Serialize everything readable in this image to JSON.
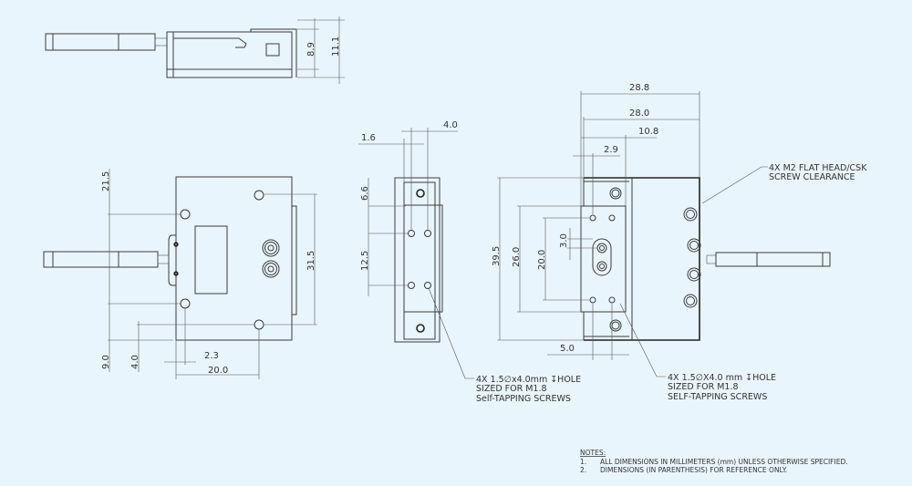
{
  "colors": {
    "background": "#e9f5fd",
    "line": "#3a3a3a"
  },
  "top_view": {
    "dims": [
      "8.9",
      "11.1"
    ]
  },
  "front_view": {
    "dims": {
      "a": "21.5",
      "b": "31.5",
      "c": "9.0",
      "d": "4.0",
      "e": "2.3",
      "f": "20.0"
    }
  },
  "side_view": {
    "dims": {
      "a": "1.6",
      "b": "4.0",
      "c": "6.6",
      "d": "12.5"
    },
    "callout": [
      "4X 1.5∅x4.0mm ↧HOLE",
      "SIZED FOR M1.8",
      "Self-TAPPING SCREWS"
    ]
  },
  "rear_view": {
    "dims": {
      "a": "28.8",
      "b": "28.0",
      "c": "10.8",
      "d": "2.9",
      "e": "39.5",
      "f": "26.0",
      "g": "20.0",
      "h": "3.0",
      "i": "5.0"
    },
    "callout": [
      "4X 1.5∅X4.0 mm ↧HOLE",
      "SIZED FOR M1.8",
      "SELF-TAPPING SCREWS"
    ],
    "csk_callout": [
      "4X M2 FLAT HEAD/CSK",
      "SCREW CLEARANCE"
    ]
  },
  "notes": {
    "title": "NOTES:",
    "items": [
      {
        "num": "1.",
        "text": "ALL DIMENSIONS IN MILLIMETERS (mm) UNLESS OTHERWISE SPECIFIED."
      },
      {
        "num": "2.",
        "text": "DIMENSIONS (IN PARENTHESIS) FOR REFERENCE ONLY."
      }
    ]
  }
}
